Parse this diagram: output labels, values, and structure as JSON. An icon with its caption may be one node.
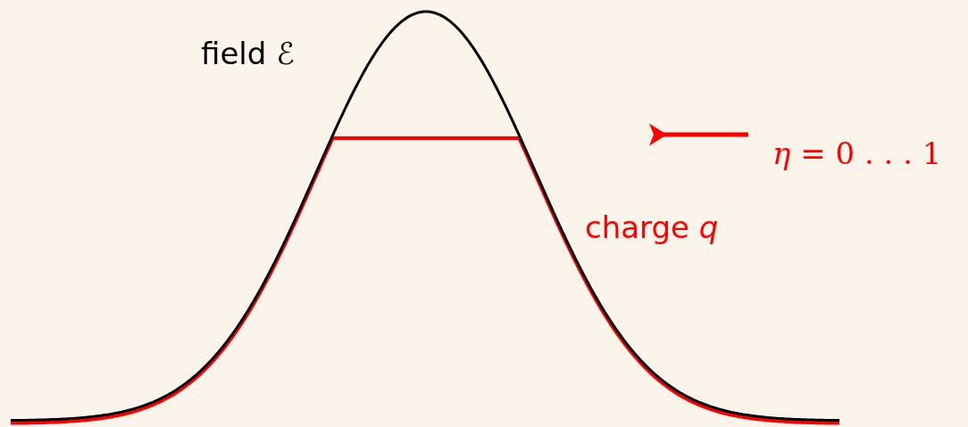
{
  "diagram": {
    "labels": [
      "field ℰ",
      "charge *q*",
      "*η* = 0 . . . 1"
    ]
  }
}
